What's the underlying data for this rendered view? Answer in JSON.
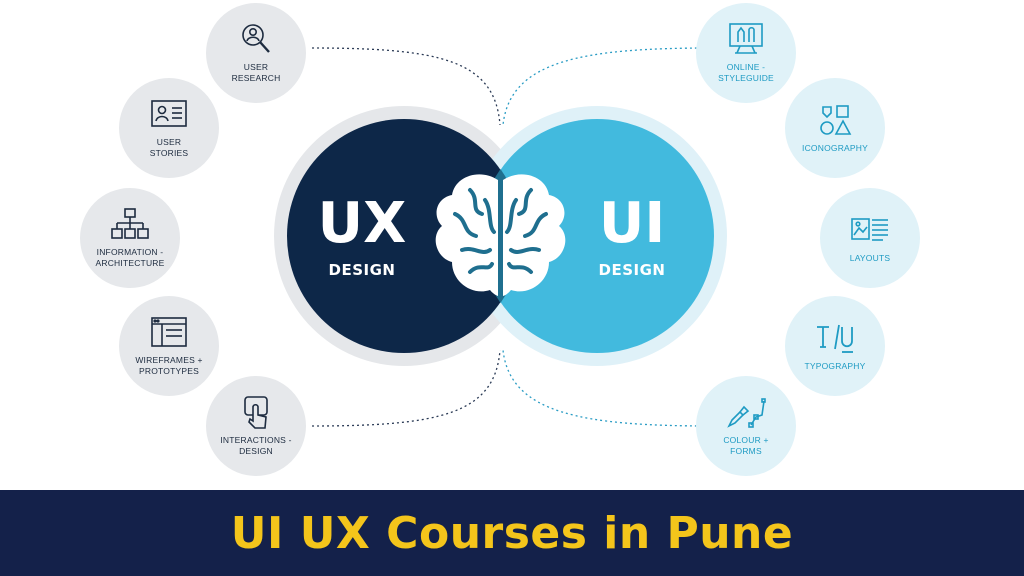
{
  "colors": {
    "ux_circle": "#0d2748",
    "ui_circle": "#42bade",
    "ux_node_bg": "#e6e8eb",
    "ui_node_bg": "#e0f2f8",
    "banner_bg": "#14214a",
    "banner_text": "#f4c51b"
  },
  "center": {
    "ux": {
      "title": "UX",
      "subtitle": "DESIGN"
    },
    "ui": {
      "title": "UI",
      "subtitle": "DESIGN"
    },
    "brain_icon": "brain-icon"
  },
  "ux_items": [
    {
      "label": "USER\nRESEARCH",
      "icon": "user-research-icon"
    },
    {
      "label": "USER\nSTORIES",
      "icon": "user-stories-icon"
    },
    {
      "label": "INFORMATION -\nARCHITECTURE",
      "icon": "sitemap-icon"
    },
    {
      "label": "WIREFRAMES +\nPROTOTYPES",
      "icon": "wireframe-icon"
    },
    {
      "label": "INTERACTIONS -\nDESIGN",
      "icon": "tap-icon"
    }
  ],
  "ui_items": [
    {
      "label": "ONLINE -\nSTYLEGUIDE",
      "icon": "styleguide-icon"
    },
    {
      "label": "ICONOGRAPHY",
      "icon": "shapes-icon"
    },
    {
      "label": "LAYOUTS",
      "icon": "layout-icon"
    },
    {
      "label": "TYPOGRAPHY",
      "icon": "typography-icon"
    },
    {
      "label": "COLOUR +\nFORMS",
      "icon": "pen-tool-icon"
    }
  ],
  "banner": {
    "title": "UI UX Courses in Pune"
  }
}
